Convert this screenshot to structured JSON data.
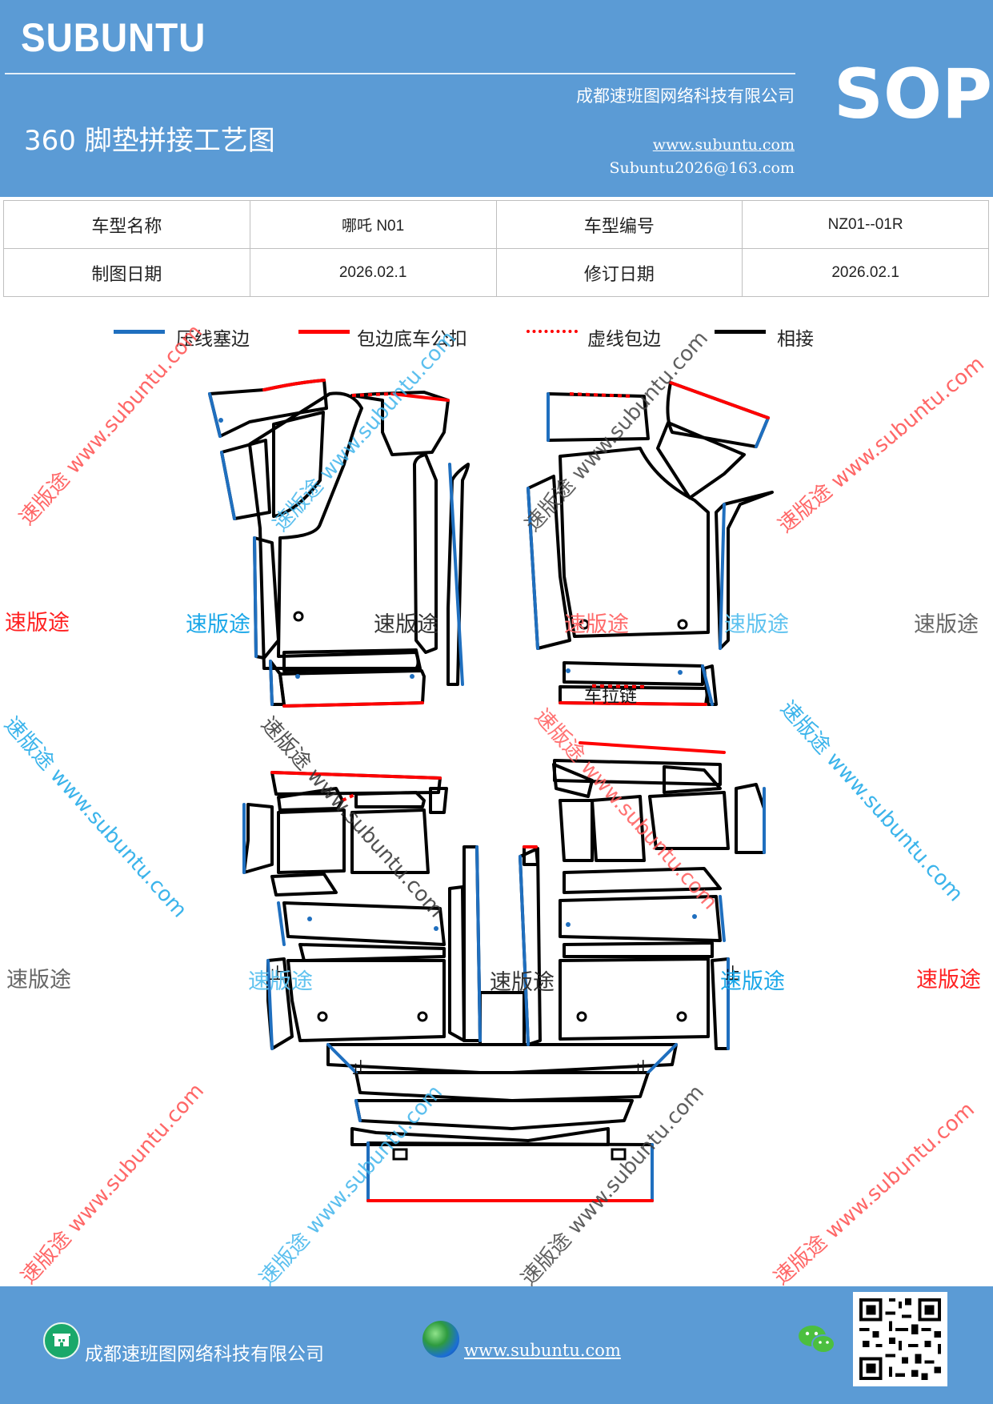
{
  "header": {
    "brand": "SUBUNTU",
    "company": "成都速班图网络科技有限公司",
    "sop": "SOP",
    "title": "360 脚垫拼接工艺图",
    "website": "www.subuntu.com",
    "email": "Subuntu2026@163.com"
  },
  "info_table": {
    "model_name_label": "车型名称",
    "model_name_value": "哪吒 N01",
    "model_code_label": "车型编号",
    "model_code_value": "NZ01--01R",
    "draw_date_label": "制图日期",
    "draw_date_value": "2026.02.1",
    "revise_date_label": "修订日期",
    "revise_date_value": "2026.02.1"
  },
  "legend": {
    "items": [
      {
        "label": "压线塞边",
        "color": "#1f6fbf",
        "style": "solid"
      },
      {
        "label": "包边底车公扣",
        "color": "#ff0000",
        "style": "solid"
      },
      {
        "label": "虚线包边",
        "color": "#ff0000",
        "style": "dashed"
      },
      {
        "label": "相接",
        "color": "#000000",
        "style": "solid"
      }
    ]
  },
  "diagram_labels": {
    "zipper": "车拉链",
    "stop": "止"
  },
  "watermark": {
    "brand_cn": "速版途",
    "diagonal": "速版途 www.subuntu.com"
  },
  "colors": {
    "header_bg": "#5b9bd5",
    "blue_edge": "#1f6fbf",
    "red_edge": "#ff0000",
    "wm_red": "#ff2020",
    "wm_blue": "#1aa7e8",
    "wm_gray": "#666666"
  },
  "footer": {
    "company": "成都速班图网络科技有限公司",
    "website": "www.subuntu.com"
  },
  "icons": [
    "company-icon",
    "globe-icon",
    "wechat-icon",
    "qr-code-icon"
  ]
}
